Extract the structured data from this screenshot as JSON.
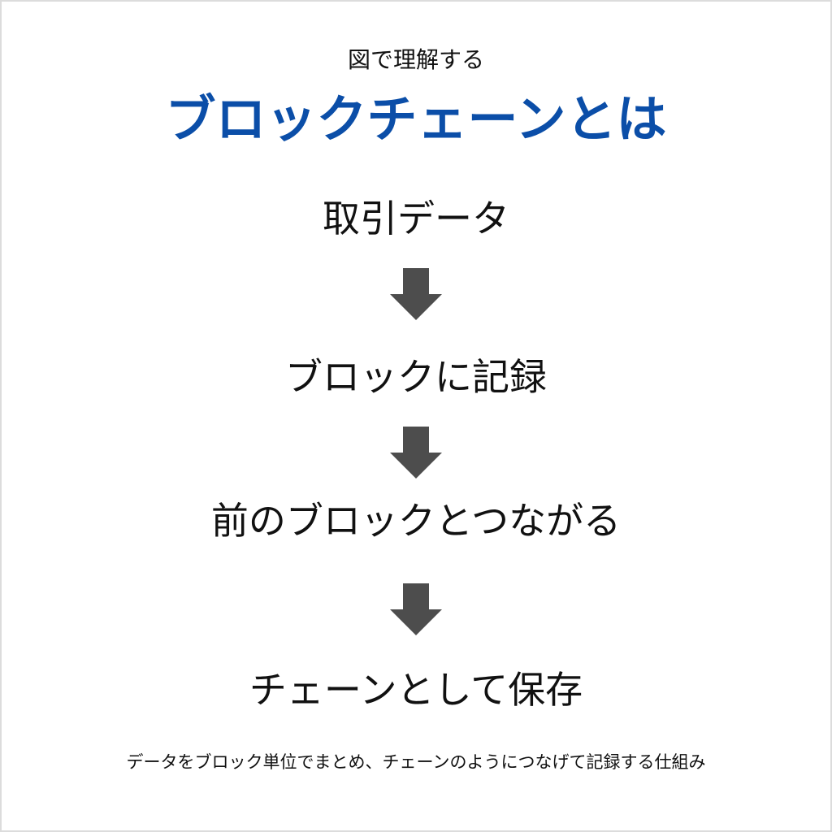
{
  "subtitle": "図で理解する",
  "title": "ブロックチェーンとは",
  "steps": [
    "取引データ",
    "ブロックに記録",
    "前のブロックとつながる",
    "チェーンとして保存"
  ],
  "footer": "データをブロック単位でまとめ、チェーンのようにつなげて記録する仕組み",
  "colors": {
    "title": "#0b4ea8",
    "arrow": "#4d4d4d",
    "border": "#dcdcdc"
  }
}
